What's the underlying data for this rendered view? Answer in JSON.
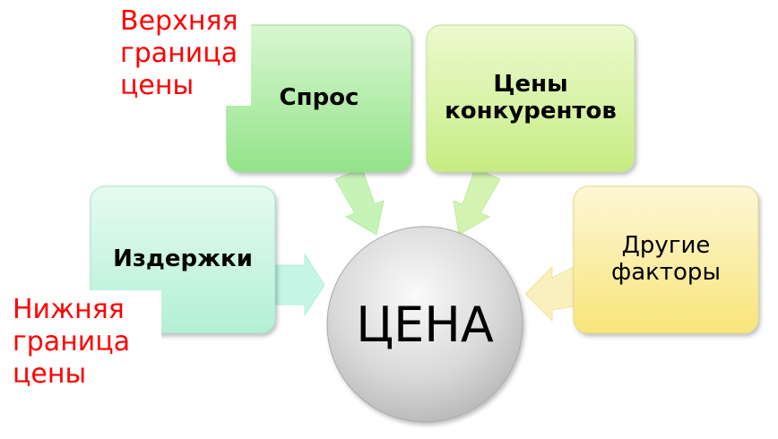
{
  "center": {
    "label": "ЦЕНА"
  },
  "factors": {
    "demand": "Спрос",
    "competitors_line1": "Цены",
    "competitors_line2": "конкурентов",
    "costs": "Издержки",
    "other_line1": "Другие",
    "other_line2": "факторы"
  },
  "bounds": {
    "upper_line1": "Верхняя",
    "upper_line2": "граница",
    "upper_line3": "цены",
    "lower_line1": "Нижняя",
    "lower_line2": "граница",
    "lower_line3": "цены"
  },
  "colors": {
    "bound_text": "#ff0000",
    "arrow": "#c8f5b8",
    "demand_box": "#a9ec9b",
    "competitors_box": "#d7f3a4",
    "costs_box": "#c9f6e2",
    "other_box": "#fbeb9e",
    "center_circle": "#d2d2d2"
  }
}
